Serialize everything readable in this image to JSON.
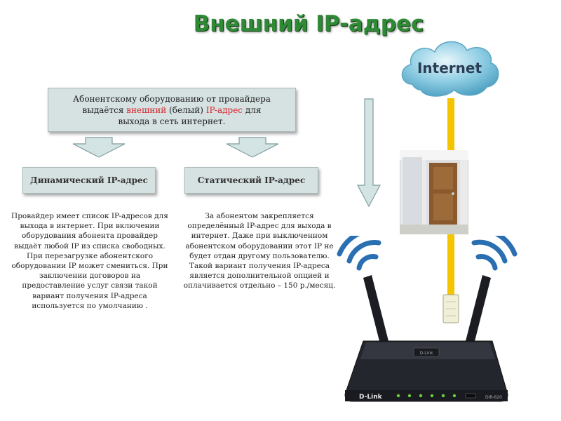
{
  "title": "Внешний IP-адрес",
  "top_box": {
    "line1": "Абонентскому оборудованию от провайдера",
    "line2_before": "выдаётся ",
    "line2_red1": "внешний",
    "line2_mid": " (белый) ",
    "line2_red2": "IP-адрес",
    "line2_after": " для",
    "line3": "выхода в сеть интернет."
  },
  "dynamic": {
    "label": "Динамический IP-адрес",
    "description": [
      "Провайдер имеет список IP-адресов для",
      "выхода в интернет. При включении",
      "оборудования абонента провайдер",
      "выдаёт любой IP из списка свободных.",
      "При перезагрузке абонентского",
      "оборудовании IP может смениться. При",
      "заключении договоров на",
      "предоставление услуг связи такой",
      "вариант получения IP-адреса",
      "используется по умолчанию ."
    ]
  },
  "static": {
    "label": "Статический IP-адрес",
    "description": [
      "За абонентом закрепляется",
      "определённый IP-адрес для выхода в",
      "интернет. Даже при выключенном",
      "абонентском оборудовании этот IP не",
      "будет отдан другому пользователю.",
      "Такой вариант получения IP-адреса",
      "является дополнительной опцией и",
      "оплачивается отдельно – 150 р./месяц."
    ]
  },
  "cloud_label": "Internet",
  "router_brand": "D-Link",
  "router_model": "DIR-620",
  "colors": {
    "title_green": "#2f8a35",
    "box_bg": "#d6e1e1",
    "highlight_red": "#d8232a",
    "cable_yellow": "#f5c400",
    "wifi_blue": "#2b6fb3"
  }
}
